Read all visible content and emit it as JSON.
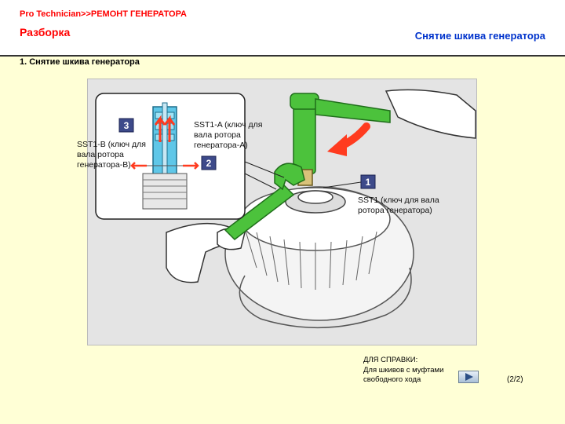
{
  "header": {
    "breadcrumb": "Pro Technician>>РЕМОНТ ГЕНЕРАТОРА",
    "section": "Разборка",
    "right_title": "Снятие шкива генератора"
  },
  "step_title": "1. Снятие шкива генератора",
  "figure": {
    "labels": {
      "sst1a": "SST1-A (ключ для вала ротора генератора-A)",
      "sst1b": "SST1-B (ключ для вала ротора генератора-B)",
      "sst1": "SST1 (ключ для вала ротора генератора)"
    },
    "badges": [
      "1",
      "2",
      "3"
    ]
  },
  "reference": {
    "title": "ДЛЯ СПРАВКИ:",
    "line1": "Для шкивов с муфтами",
    "line2": "свободного хода"
  },
  "page_number": "(2/2)",
  "colors": {
    "header_red": "#ff0000",
    "title_blue": "#0033cc",
    "tool_green": "#4cc23c",
    "background": "#ffffd6"
  }
}
